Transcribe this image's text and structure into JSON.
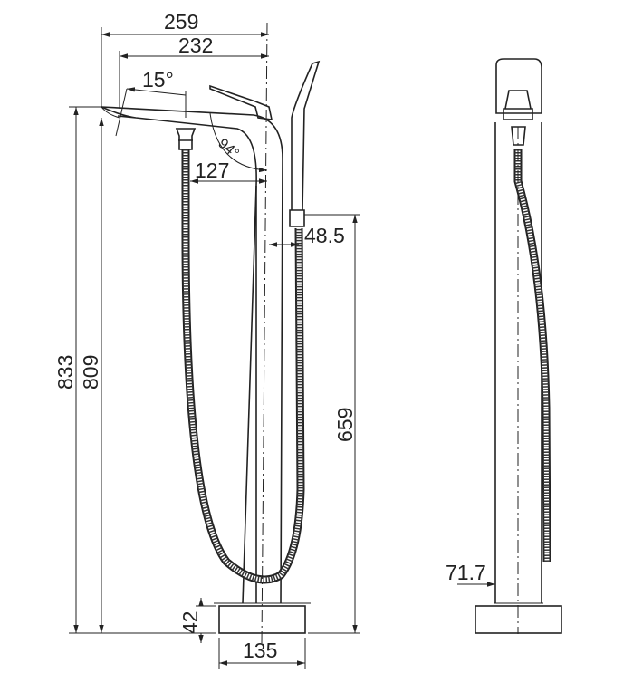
{
  "title": "Freestanding bath mixer dimension drawing",
  "dimensions": {
    "overall_reach": "259",
    "spout_reach": "232",
    "spout_angle": "15°",
    "handle_angle": "94°",
    "hose_offset": "127",
    "shower_offset": "48.5",
    "overall_height": "833",
    "spout_height": "809",
    "shower_holder_height": "659",
    "base_height": "42",
    "base_diameter": "135",
    "side_depth": "71.7"
  }
}
